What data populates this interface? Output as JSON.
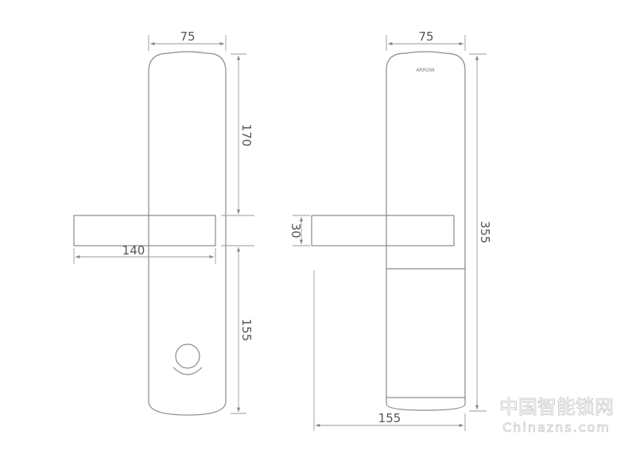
{
  "front_view": {
    "width_dim": "75",
    "upper_dim": "170",
    "handle_dim": "140",
    "lower_dim": "155"
  },
  "side_view": {
    "brand": "ARROW",
    "width_dim": "75",
    "handle_thickness_dim": "30",
    "height_dim": "355",
    "lever_dim": "155"
  },
  "watermark": {
    "cn": "中国智能锁网",
    "en": "Chinazns.com"
  },
  "colors": {
    "line": "#8a8a8a",
    "text": "#555555"
  }
}
